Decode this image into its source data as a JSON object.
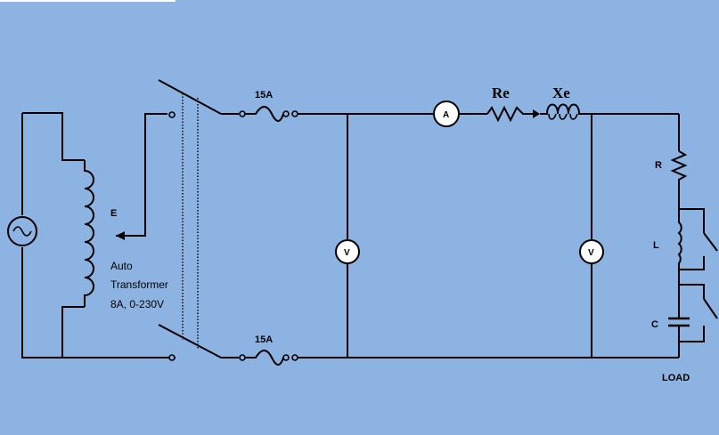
{
  "colors": {
    "background": "#8db3e2",
    "wire": "#000000"
  },
  "source": {
    "icon": "ac-source-symbol"
  },
  "autotransformer": {
    "tap_label": "E",
    "name_line1": "Auto",
    "name_line2": "Transformer",
    "rating": "8A, 0-230V"
  },
  "fuses": {
    "top_label": "15A",
    "bottom_label": "15A"
  },
  "meters": {
    "ammeter": "A",
    "voltmeter_input": "V",
    "voltmeter_load": "V"
  },
  "line_impedance": {
    "resistance": "Re",
    "reactance": "Xe"
  },
  "load": {
    "resistor": "R",
    "inductor": "L",
    "capacitor": "C",
    "title": "LOAD"
  }
}
